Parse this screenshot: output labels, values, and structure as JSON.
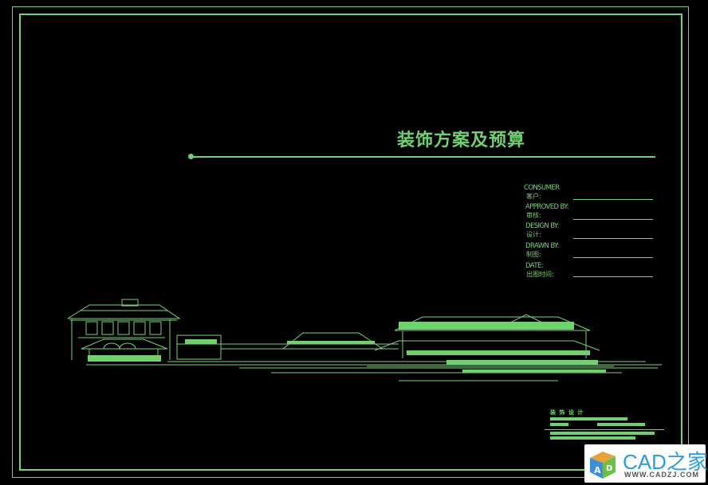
{
  "drawing": {
    "title": "装饰方案及预算",
    "line_color": "#7cd07c",
    "background": "#000000",
    "fields": [
      {
        "en": "CONSUMER",
        "cn": "客户:"
      },
      {
        "en": "APPROVED BY:",
        "cn": "审核:"
      },
      {
        "en": "DESIGN BY:",
        "cn": "设计:"
      },
      {
        "en": "DRAWN BY:",
        "cn": "制图:"
      },
      {
        "en": "DATE:",
        "cn": "出图时间:"
      }
    ],
    "title_block": {
      "label": "装 饰 设 计"
    },
    "elevation": {
      "description": "building elevation drawing"
    }
  },
  "watermark": {
    "brand": "CAD之家",
    "url": "WWW.CADZJ.COM",
    "brand_color": "#2a9ee0"
  }
}
